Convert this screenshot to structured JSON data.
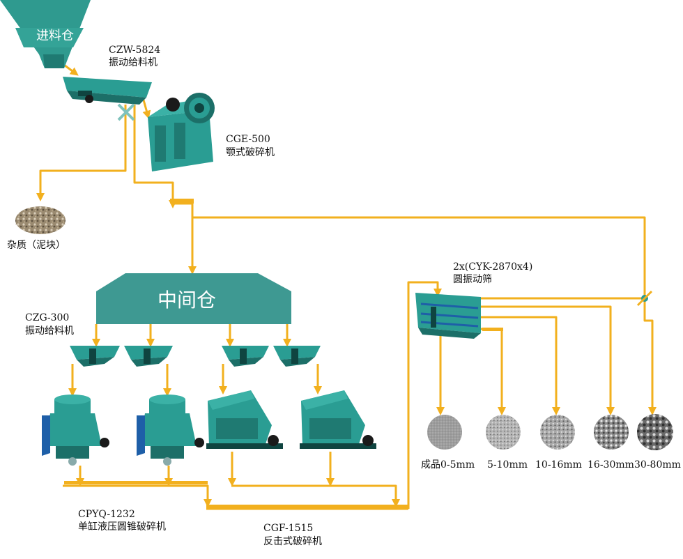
{
  "feed_bin": {
    "label": "进料仓"
  },
  "mid_bin": {
    "label": "中间仓"
  },
  "equipment": {
    "feeder_main": {
      "model": "CZW-5824",
      "name": "振动给料机"
    },
    "jaw": {
      "model": "CGE-500",
      "name": "颚式破碎机"
    },
    "impurity": {
      "name": "杂质（泥块）"
    },
    "feeder_small": {
      "model": "CZG-300",
      "name": "振动给料机"
    },
    "screen": {
      "model": "2x(CYK-2870x4)",
      "name": "圆振动筛"
    },
    "cone": {
      "model": "CPYQ-1232",
      "name": "单缸液压圆锥破碎机"
    },
    "impact": {
      "model": "CGF-1515",
      "name": "反击式破碎机"
    }
  },
  "products": [
    {
      "label": "成品0-5mm",
      "color": "#8c8c8c"
    },
    {
      "label": "5-10mm",
      "color": "#a3a3a3"
    },
    {
      "label": "10-16mm",
      "color": "#9a9a9a"
    },
    {
      "label": "16-30mm",
      "color": "#7d7d7d"
    },
    {
      "label": "30-80mm",
      "color": "#5f5f5f"
    }
  ],
  "colors": {
    "flow": "#f2b01e",
    "machine": "#2a9d93",
    "bin": "#3e9992"
  }
}
